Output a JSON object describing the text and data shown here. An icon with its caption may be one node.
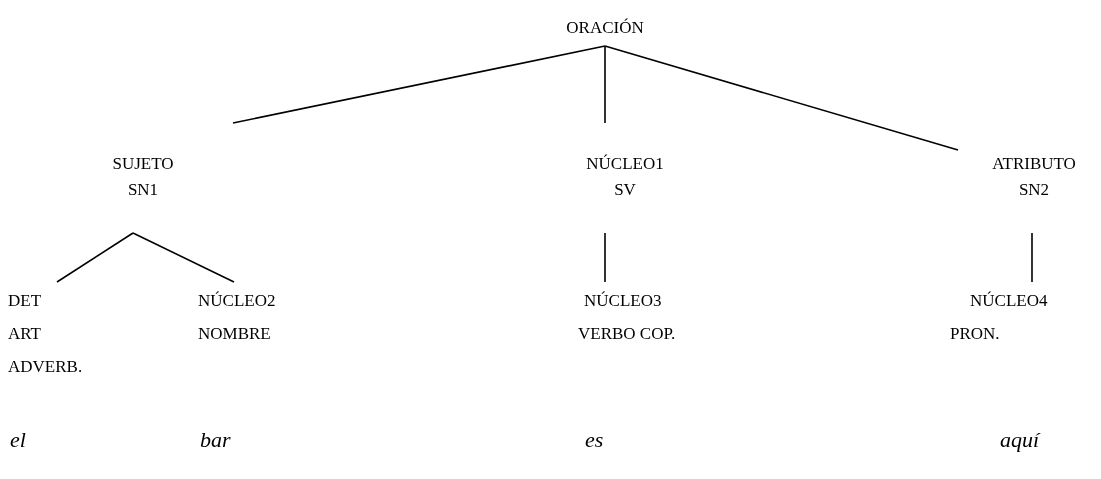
{
  "diagram": {
    "nodes": [
      {
        "text": [
          "ORACIÓN"
        ]
      },
      {
        "text": [
          "SUJETO",
          "SN1"
        ]
      },
      {
        "text": [
          "NÚCLEO1",
          "SV"
        ]
      },
      {
        "text": [
          "ATRIBUTO",
          "SN2"
        ]
      },
      {
        "text": [
          "DET",
          "ART",
          "ADVERB."
        ]
      },
      {
        "text": [
          "NÚCLEO2",
          "NOMBRE"
        ]
      },
      {
        "text": [
          "NÚCLEO3",
          "VERBO COP."
        ]
      },
      {
        "text": [
          "NÚCLEO4",
          "PRON."
        ]
      }
    ],
    "edges": [
      {
        "from": 0,
        "to": 1,
        "arrow": "none"
      },
      {
        "from": 0,
        "to": 2,
        "arrow": "none"
      },
      {
        "from": 0,
        "to": 3,
        "arrow": "none"
      },
      {
        "from": 1,
        "to": 4,
        "arrow": "none"
      },
      {
        "from": 1,
        "to": 5,
        "arrow": "none"
      },
      {
        "from": 2,
        "to": 6,
        "arrow": "none"
      },
      {
        "from": 3,
        "to": 7,
        "arrow": "none"
      }
    ],
    "labels": [
      "el",
      "bar",
      "es",
      "aquí"
    ]
  }
}
